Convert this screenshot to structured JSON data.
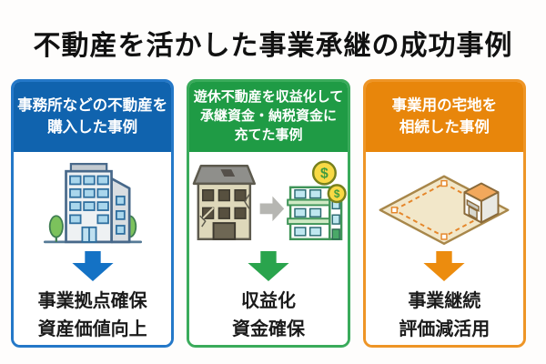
{
  "title": "不動産を活かした事業承継の成功事例",
  "cards": [
    {
      "name": "office-purchase",
      "header": {
        "line1": "事務所などの不動産を",
        "line2": "購入した事例"
      },
      "icon": "office-building-icon",
      "result": {
        "line1": "事業拠点確保",
        "line2": "資産価値向上"
      },
      "colors": {
        "header": "#1063ae",
        "border": "#2478c8",
        "arrow": "#1472c5"
      }
    },
    {
      "name": "idle-property-monetization",
      "header": {
        "line1": "遊休不動産を収益化して",
        "line2": "承継資金・納税資金に",
        "line3": "充てた事例"
      },
      "icon": "old-building-to-income-building-icon",
      "coin_symbol": "$",
      "result": {
        "line1": "収益化",
        "line2": "資金確保"
      },
      "colors": {
        "header": "#1f9b45",
        "border": "#3aab5b",
        "arrow": "#2aa44d"
      }
    },
    {
      "name": "business-land-inheritance",
      "header": {
        "line1": "事業用の宅地を",
        "line2": "相続した事例"
      },
      "icon": "land-plot-icon",
      "result": {
        "line1": "事業継続",
        "line2": "評価減活用"
      },
      "colors": {
        "header": "#e8860b",
        "border": "#ee9526",
        "arrow": "#ec8c0e"
      }
    }
  ]
}
